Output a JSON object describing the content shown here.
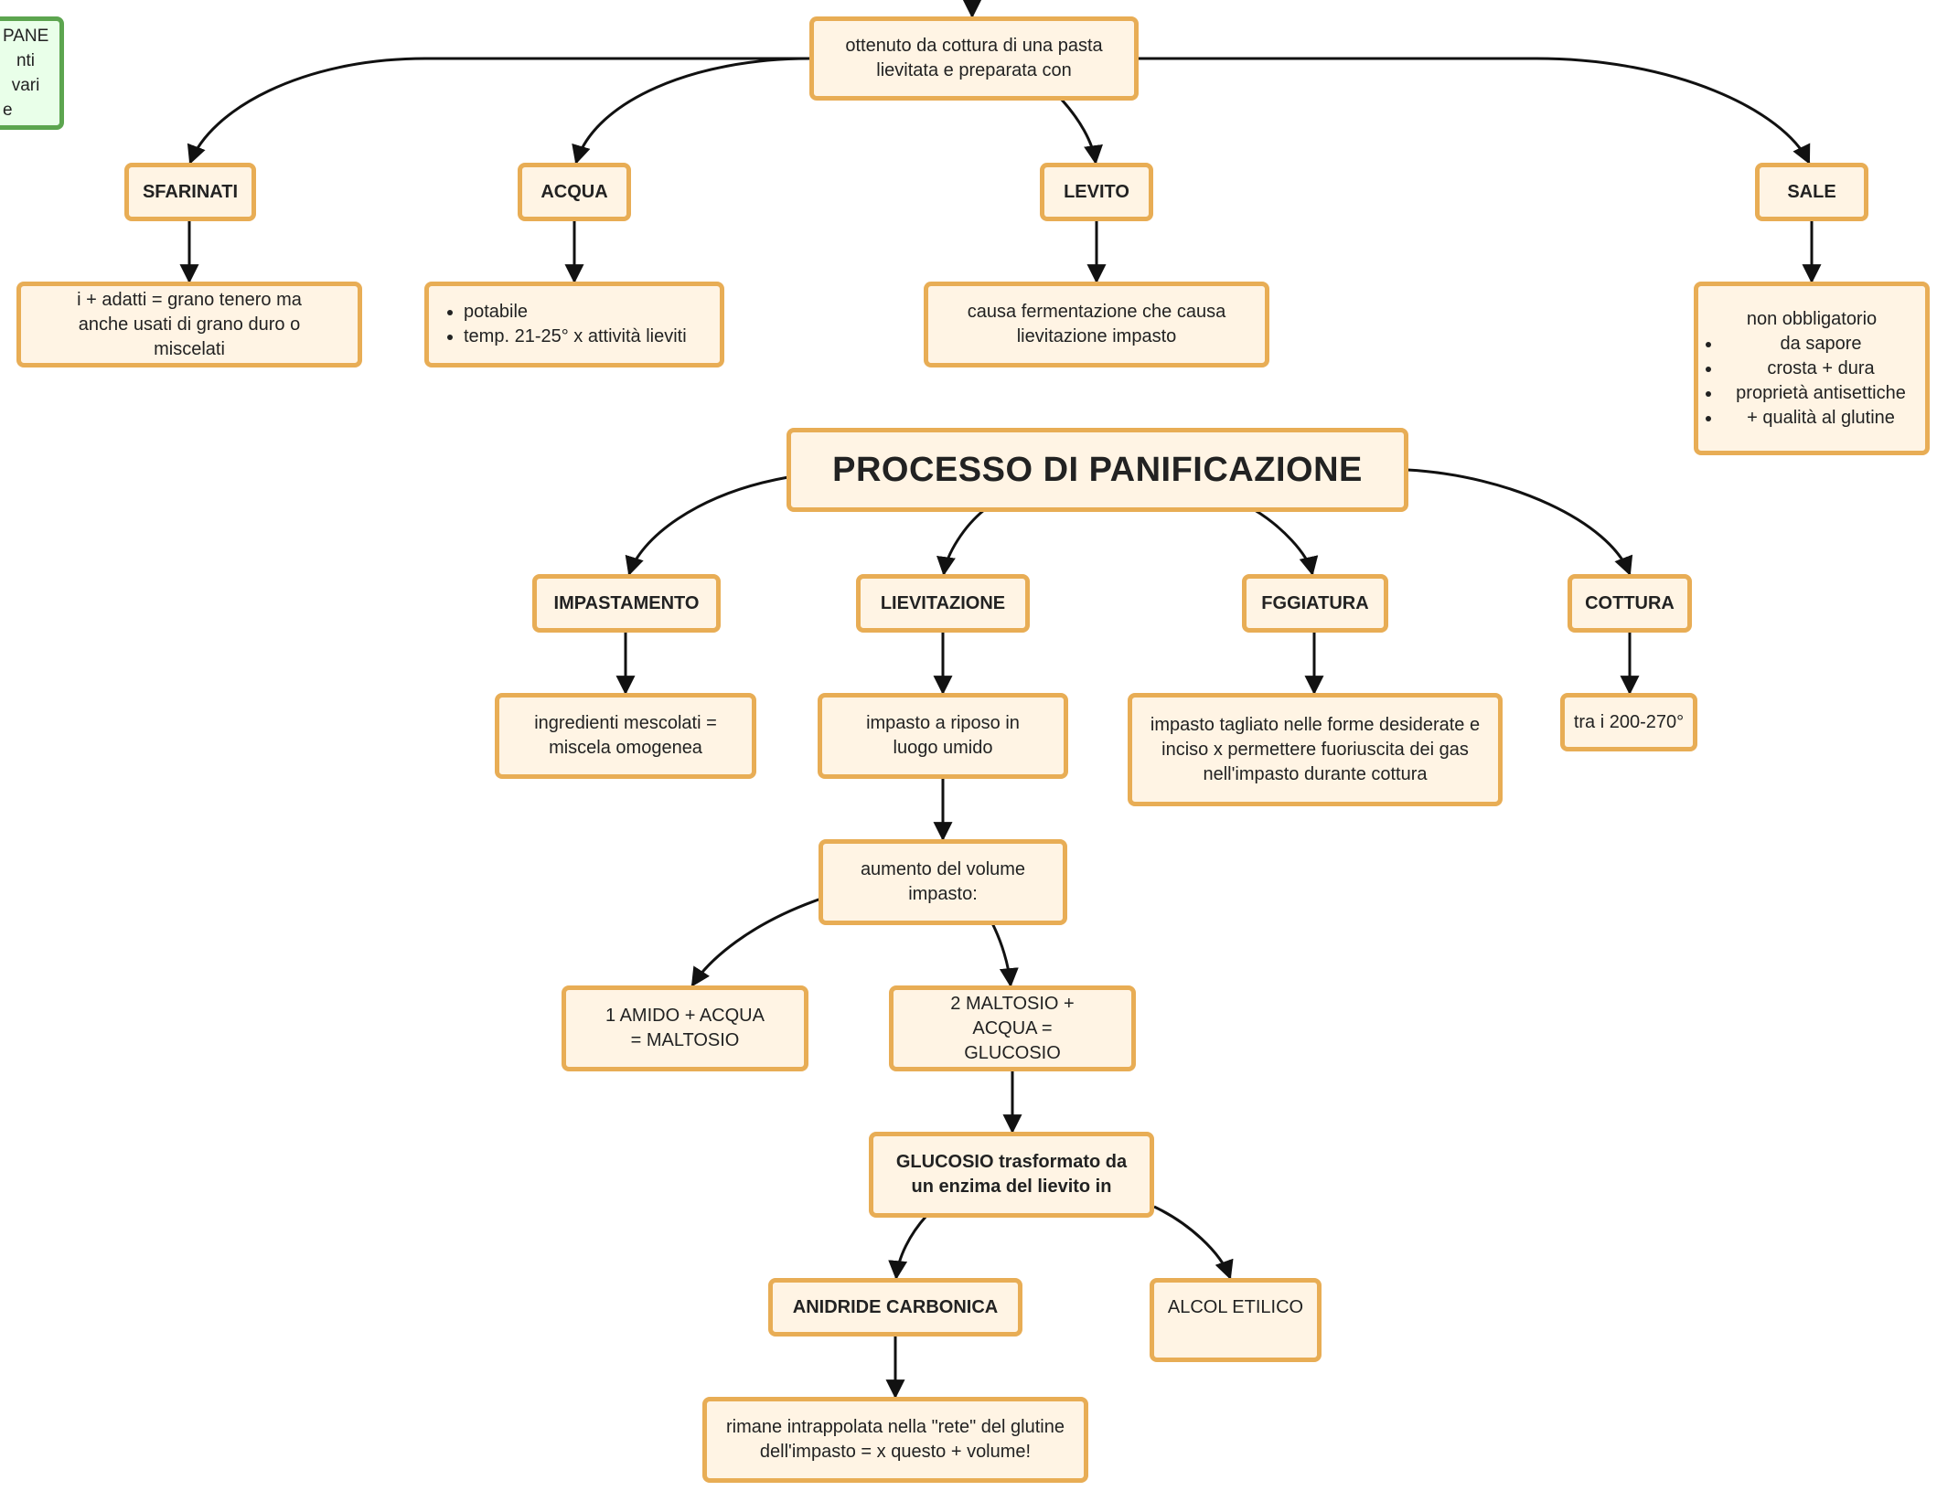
{
  "theme": {
    "node_fill": "#fff4e4",
    "node_border": "#e8ad55",
    "root_fill": "#e9ffe9",
    "root_border": "#5ca54f",
    "edge": "#111111"
  },
  "nodes": {
    "root_partial": [
      "PANE",
      "nti vari",
      "e"
    ],
    "definition": "ottenuto da cottura di una pasta lievitata e preparata con",
    "sfarinati": "SFARINATI",
    "sfarinati_desc": "i + adatti = grano tenero ma anche usati di grano duro o miscelati",
    "acqua": "ACQUA",
    "acqua_list": [
      "potabile",
      "temp. 21-25° x attività lieviti"
    ],
    "levito": "LEVITO",
    "levito_desc": "causa fermentazione che causa lievitazione impasto",
    "sale": "SALE",
    "sale_head": "non obbligatorio",
    "sale_list": [
      "da sapore",
      "crosta + dura",
      "proprietà antisettiche",
      "+ qualità al glutine"
    ],
    "processo": "PROCESSO DI PANIFICAZIONE",
    "impastamento": "IMPASTAMENTO",
    "impastamento_desc": "ingredienti mescolati = miscela omogenea",
    "lievitazione": "LIEVITAZIONE",
    "lievitazione_desc": "impasto a riposo in luogo umido",
    "fggiatura": "FGGIATURA",
    "fggiatura_desc": "impasto tagliato nelle forme desiderate e inciso x permettere fuoriuscita dei gas nell'impasto durante cottura",
    "cottura": "COTTURA",
    "cottura_desc": "tra i 200-270°",
    "aumento": "aumento del volume impasto:",
    "amido": "1 AMIDO + ACQUA = MALTOSIO",
    "maltosio": "2 MALTOSIO + ACQUA = GLUCOSIO",
    "glucosio": "GLUCOSIO trasformato da un enzima del lievito in",
    "anidride": "ANIDRIDE CARBONICA",
    "alcol": "ALCOL ETILICO",
    "rete": "rimane intrappolata nella \"rete\" del glutine dell'impasto = x questo + volume!"
  }
}
